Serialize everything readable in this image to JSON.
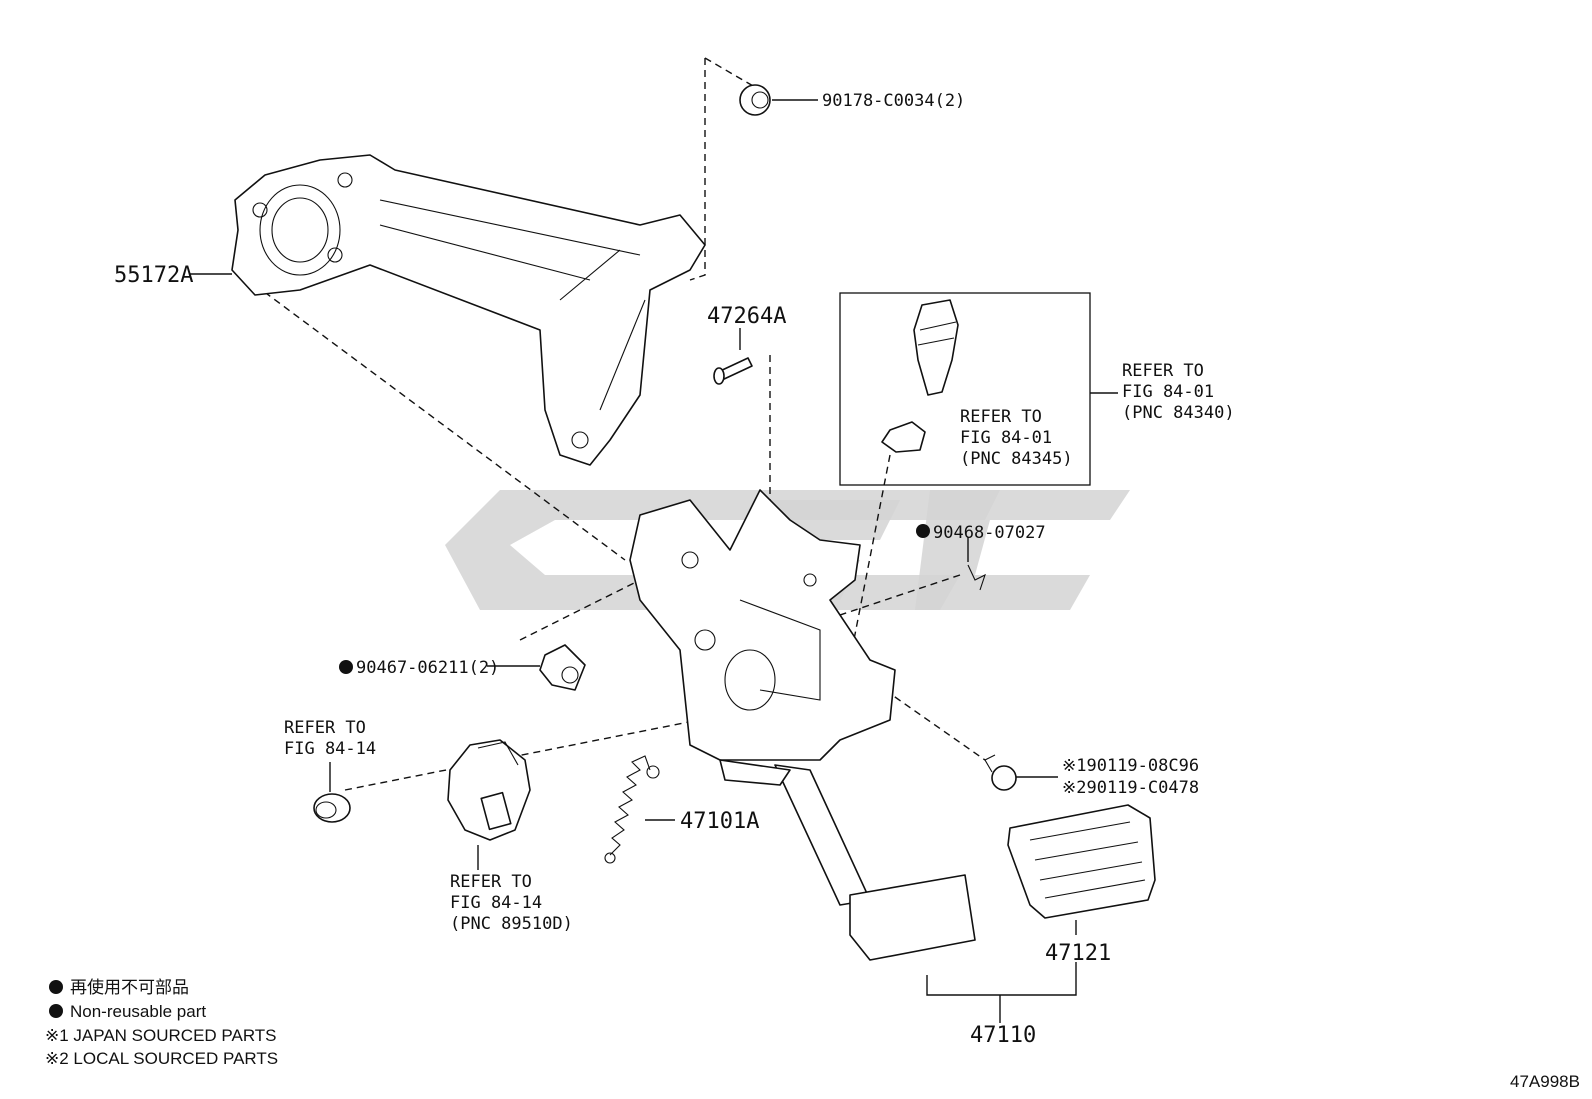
{
  "parts": {
    "p55172A": "55172A",
    "p90178": "90178-C0034(2)",
    "p47264A": "47264A",
    "p90468": "90468-07027",
    "p90467": "90467-06211(2)",
    "p47101A": "47101A",
    "p90119_1": "※190119-08C96",
    "p90119_2": "※290119-C0478",
    "p47121": "47121",
    "p47110": "47110"
  },
  "refs": {
    "r1": [
      "REFER TO",
      "FIG 84-01",
      "(PNC 84340)"
    ],
    "r2": [
      "REFER TO",
      "FIG 84-01",
      "(PNC 84345)"
    ],
    "r3": [
      "REFER TO",
      "FIG 84-14"
    ],
    "r4": [
      "REFER TO",
      "FIG 84-14",
      "(PNC 89510D)"
    ]
  },
  "legend": {
    "line1": "再使用不可部品",
    "line2": "Non-reusable part",
    "line3": "※1 JAPAN SOURCED PARTS",
    "line4": "※2 LOCAL SOURCED PARTS"
  },
  "figure_id": "47A998B"
}
